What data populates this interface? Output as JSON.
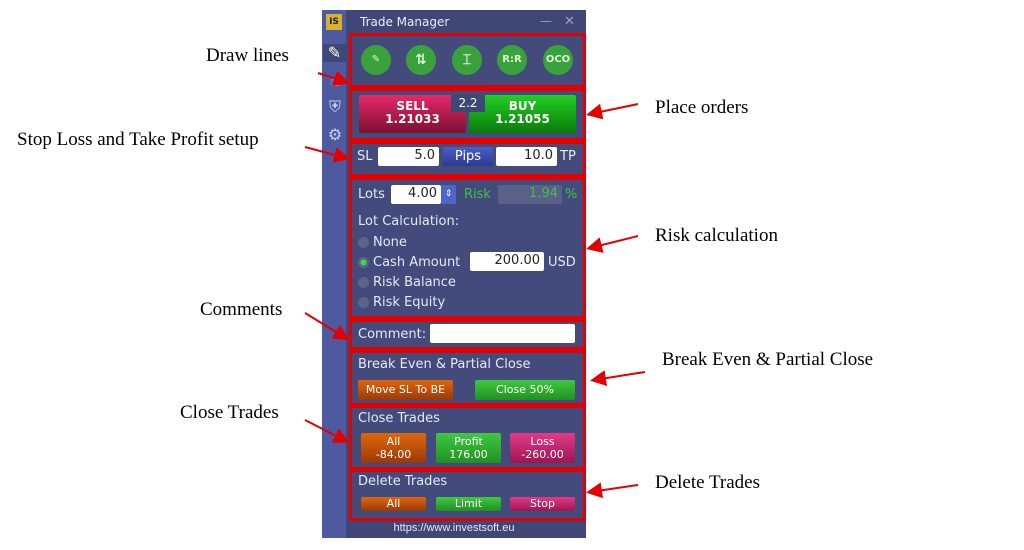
{
  "window": {
    "title": "Trade Manager",
    "logo": "IS",
    "minimize": "—",
    "close": "✕"
  },
  "sidebar": {
    "icons": [
      "edit-icon",
      "hand-icon",
      "shield-icon",
      "gear-icon"
    ]
  },
  "draw_tools": [
    "pencil",
    "trend",
    "range",
    "R:R",
    "OCO"
  ],
  "orders": {
    "sell_label": "SELL",
    "sell_price": "1.21033",
    "spread": "2.2",
    "buy_label": "BUY",
    "buy_price": "1.21055"
  },
  "sltp": {
    "sl_label": "SL",
    "sl_value": "5.0",
    "unit": "Pips",
    "tp_value": "10.0",
    "tp_label": "TP"
  },
  "risk": {
    "lots_label": "Lots",
    "lots_value": "4.00",
    "risk_label": "Risk",
    "risk_value": "1.94",
    "percent": "%",
    "lot_calc_label": "Lot Calculation:",
    "options": [
      "None",
      "Cash Amount",
      "Risk Balance",
      "Risk Equity"
    ],
    "selected": "Cash Amount",
    "cash_value": "200.00",
    "currency": "USD"
  },
  "comment": {
    "label": "Comment:",
    "value": ""
  },
  "break_even": {
    "title": "Break Even & Partial Close",
    "move_sl": "Move SL To BE",
    "close_partial": "Close 50%"
  },
  "close_trades": {
    "title": "Close Trades",
    "all_label": "All",
    "all_value": "-84.00",
    "profit_label": "Profit",
    "profit_value": "176.00",
    "loss_label": "Loss",
    "loss_value": "-260.00"
  },
  "delete_trades": {
    "title": "Delete Trades",
    "all": "All",
    "limit": "Limit",
    "stop": "Stop"
  },
  "footer": "https://www.investsoft.eu",
  "annotations": {
    "draw_lines": "Draw lines",
    "place_orders": "Place orders",
    "sltp": "Stop Loss and Take Profit setup",
    "risk": "Risk calculation",
    "comments": "Comments",
    "break_even": "Break Even & Partial Close",
    "close_trades": "Close Trades",
    "delete_trades": "Delete Trades"
  }
}
